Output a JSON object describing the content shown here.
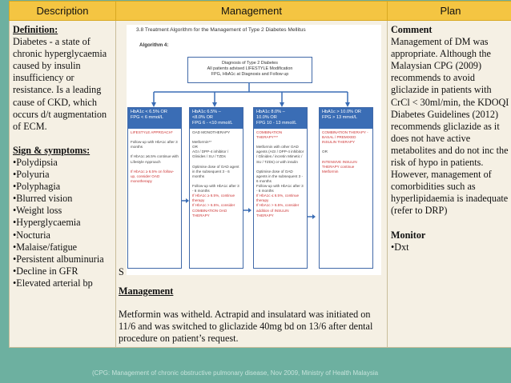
{
  "header": {
    "description": "Description",
    "management": "Management",
    "plan": "Plan"
  },
  "description": {
    "definition_title": "Definition:",
    "definition_text": "Diabetes - a state of chronic hyperglycaemia caused by insulin insufficiency or resistance. Is a leading cause of CKD, which occurs d/t augmentation of ECM.",
    "symptoms_title": "Sign & symptoms:",
    "symptoms": [
      "Polydipsia",
      "Polyuria",
      "Polyphagia",
      "Blurred vision",
      "Weight loss",
      "Hyperglycaemia",
      "Nocturia",
      "Malaise/fatigue",
      "Persistent albuminuria",
      "Decline in GFR",
      "Elevated arterial bp"
    ]
  },
  "figure": {
    "title": "3.8  Treatment Algorithm for the Management of Type 2 Diabetes Mellitus",
    "algorithm": "Algorithm 4:",
    "diagnosis": [
      "Diagnosis of Type 2 Diabetes",
      "All patients advised LIFESTYLE Modification",
      "FPG, HbA1c at Diagnosis and Follow up"
    ],
    "columns": [
      {
        "head": [
          "HbA1c < 6.5% OR",
          "FPG < 6 mmol/L"
        ],
        "body": [
          "LIFESTYLE APPROACH*",
          "Follow-up with HbA1c after 3 months",
          "If HbA1c ≥6.5% continue with Lifestyle Approach",
          "If HbA1c ≥ 6.5% on follow-up, consider OAD monotherapy"
        ]
      },
      {
        "head": [
          "HbA1c 6.5% –",
          "<8.0% OR",
          "FPG 6 - <10 mmol/L"
        ],
        "body": [
          "OAD MONOTHERAPY",
          "Metformin**",
          "OR",
          "AGI / DPP-4 inhibitor / Glinides / SU / TZDs",
          "Optimise dose of OAD agent in the subsequent 3 - 6 months",
          "Follow-up with HbA1c after 3 - 6 months",
          "If HbA1c ≥ 6.5%, continue therapy",
          "If HbA1c > 6.5%, consider COMBINATION OAD THERAPY"
        ]
      },
      {
        "head": [
          "HbA1c 8.0% –",
          "10.0% OR",
          "FPG 10 - 13 mmol/L"
        ],
        "body": [
          "COMBINATION THERAPY***",
          "Metformin with other OAD agents (AGI / DPP-4 inhibitor / Glinides / incretin Mimetic / SU / TZDs) or with insulin",
          "Optimise dose of OAD agents in the subsequent 3 - 6 months",
          "Follow-up with HbA1c after 3 - 6 months",
          "If HbA1c ≤ 6.5%, continue therapy",
          "If HbA1c > 6.5%, consider addition of INSULIN THERAPY"
        ]
      },
      {
        "head": [
          "HbA1c > 10.0% OR",
          "FPG > 13 mmol/L"
        ],
        "body": [
          "COMBINATION THERAPY - BASAL / PREMIXED INSULIN THERAPY",
          "OR",
          "INTENSIVE INSULIN THERAPY continue Metformin"
        ]
      }
    ]
  },
  "management": {
    "s_fragment": "S",
    "title": "Management",
    "text": "Metformin was witheld. Actrapid and insulatard was initiated on 11/6 and was switched to gliclazide 40mg bd on 13/6 after dental procedure on patient’s request."
  },
  "plan": {
    "comment_title": "Comment",
    "comment_text": "Management of DM was appropriate. Although the Malaysian CPG (2009) recommends to avoid gliclazide in patients with CrCl < 30ml/min, the KDOQI Diabetes Guidelines (2012) recommends gliclazide as it does not have active metabolites and do not inc the risk of hypo in patients. However, management of comorbidities such as hyperlipidaemia is inadequate (refer to DRP)",
    "monitor_title": "Monitor",
    "monitor_items": [
      "Dxt"
    ]
  },
  "footer": "(CPG: Management of chronic obstructive pulmonary disease, Nov 2009, Ministry of Health Malaysia",
  "colors": {
    "header": "#f4c542",
    "cell": "#f5f0e4",
    "algorithm_blue": "#3a6db5",
    "slide_bg": "#6db0a0"
  }
}
